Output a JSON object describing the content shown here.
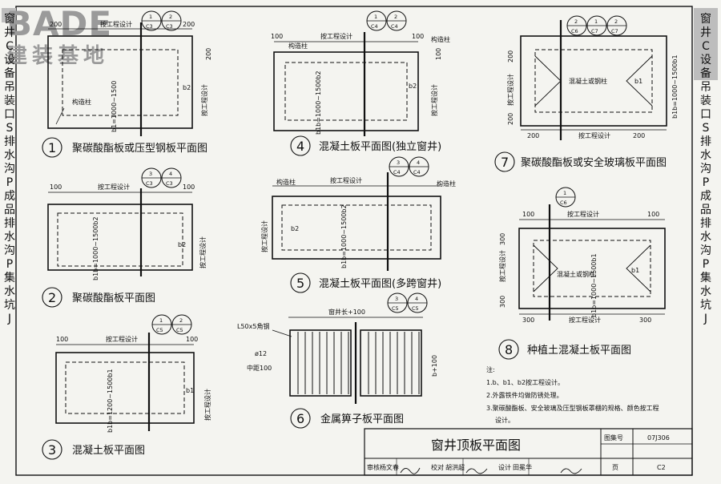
{
  "watermark": {
    "brand": "BADE",
    "site": "建装基地"
  },
  "sheet": {
    "title": "窗井顶板平面图",
    "atlas_label": "图集号",
    "atlas_no": "07J306",
    "page_label": "页",
    "page_no": "C2",
    "review_label": "审核",
    "reviewer": "杨文春",
    "check_label": "校对",
    "checker": "胡洪超",
    "design_label": "设计",
    "designer": "田冕华"
  },
  "side_tabs": {
    "left": [
      "窗",
      "井",
      "C",
      "设",
      "备",
      "吊",
      "装",
      "口",
      "S",
      "排",
      "水",
      "沟",
      "P",
      "成",
      "品",
      "排",
      "水",
      "沟",
      "P",
      "集",
      "水",
      "坑",
      "J"
    ],
    "right": [
      "窗",
      "井",
      "C",
      "设",
      "备",
      "吊",
      "装",
      "口",
      "S",
      "排",
      "水",
      "沟",
      "P",
      "成",
      "品",
      "排",
      "水",
      "沟",
      "P",
      "集",
      "水",
      "坑",
      "J"
    ]
  },
  "common": {
    "project_design": "按工程设计",
    "column": "构造柱",
    "concrete_or_steel_column": "混凝土或钢柱"
  },
  "dims": {
    "d100": "100",
    "d200": "200",
    "d300": "300",
    "b1_1000_1500": "b1=1000~1500",
    "b1b_1000_1500b2": "b1b=1000~1500b2",
    "b1b_1200_1500b1": "b1b=1200~1500b1",
    "b1b_1000_1500b1": "b1b=1000~1500b1",
    "b2": "b2",
    "b1": "b1",
    "window_len": "窗井长+100",
    "b_plus_100": "b+100",
    "angle": "L50x5角钢",
    "bar": "ø12",
    "spacing": "中距100"
  },
  "refs": {
    "r1": [
      [
        "1",
        "C3"
      ],
      [
        "2",
        "C3"
      ]
    ],
    "r2": [
      [
        "3",
        "C3"
      ],
      [
        "4",
        "C3"
      ]
    ],
    "r3": [
      [
        "1",
        "C5"
      ],
      [
        "2",
        "C5"
      ]
    ],
    "r4": [
      [
        "1",
        "C4"
      ],
      [
        "2",
        "C4"
      ]
    ],
    "r5": [
      [
        "3",
        "C4"
      ],
      [
        "4",
        "C4"
      ]
    ],
    "r6": [
      [
        "3",
        "C5"
      ],
      [
        "4",
        "C5"
      ]
    ],
    "r7": [
      [
        "2",
        "C6"
      ],
      [
        "1",
        "C7"
      ],
      [
        "2",
        "C7"
      ]
    ],
    "r8": [
      [
        "1",
        "C6"
      ]
    ]
  },
  "figures": [
    {
      "num": "1",
      "caption": "聚碳酸酯板或压型钢板平面图"
    },
    {
      "num": "2",
      "caption": "聚碳酸酯板平面图"
    },
    {
      "num": "3",
      "caption": "混凝土板平面图"
    },
    {
      "num": "4",
      "caption": "混凝土板平面图(独立窗井)"
    },
    {
      "num": "5",
      "caption": "混凝土板平面图(多跨窗井)"
    },
    {
      "num": "6",
      "caption": "金属箅子板平面图"
    },
    {
      "num": "7",
      "caption": "聚碳酸酯板或安全玻璃板平面图"
    },
    {
      "num": "8",
      "caption": "种植土混凝土板平面图"
    }
  ],
  "notes": {
    "heading": "注:",
    "items": [
      "1.b、b1、b2按工程设计。",
      "2.外露铁件均做防锈处理。",
      "3.聚碳酸酯板、安全玻璃及压型钢板罩棚的规格、颜色按工程",
      "设计。"
    ]
  }
}
